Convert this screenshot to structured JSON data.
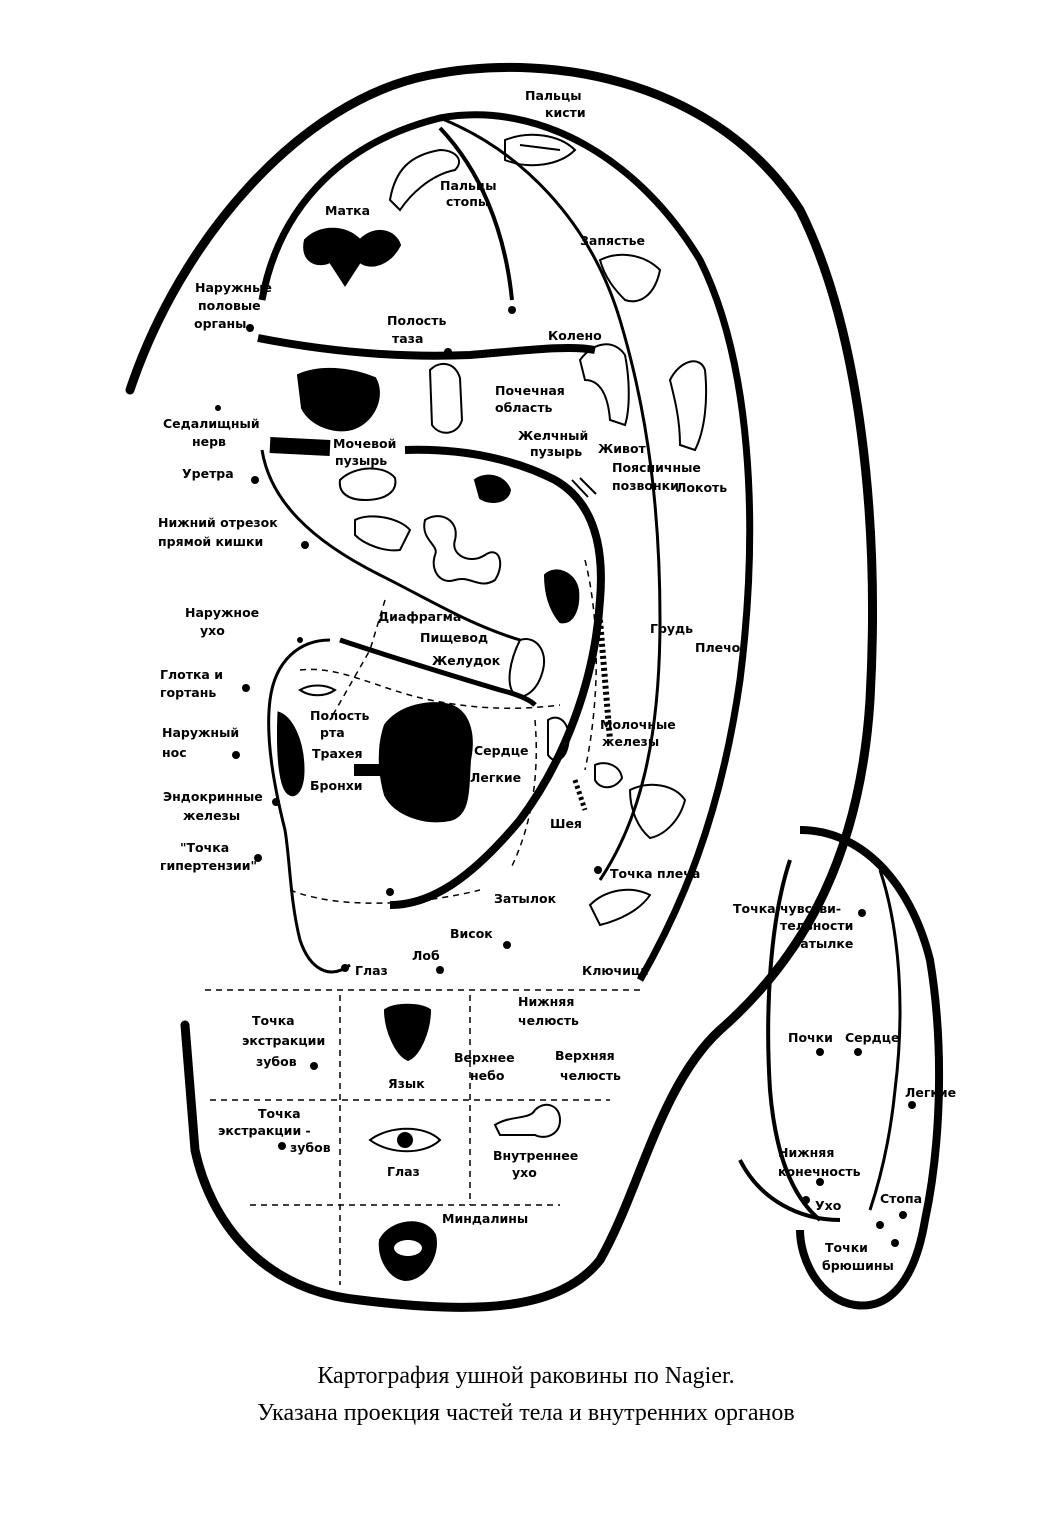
{
  "caption": {
    "line1": "Картография ушной раковины по Nagier.",
    "line2": "Указана проекция частей тела и внутренних органов"
  },
  "front_labels": {
    "paltsy_kisti": [
      "Пальцы",
      "кисти"
    ],
    "paltsy_stopy": [
      "Пальцы",
      "стопы"
    ],
    "matka": "Матка",
    "zapyastye": "Запястье",
    "naruzhnye_polovye": [
      "Наружные",
      "половые",
      "органы"
    ],
    "polost_taza": [
      "Полость",
      "таза"
    ],
    "koleno": "Колено",
    "pochechnaya": [
      "Почечная",
      "область"
    ],
    "sedalishchny": [
      "Седалищный",
      "нерв"
    ],
    "zhelchny": [
      "Желчный",
      "пузырь"
    ],
    "mochevoy": [
      "Мочевой",
      "пузырь"
    ],
    "zhivot": "Живот",
    "poyasnichnye": [
      "Поясничные",
      "позвонки"
    ],
    "lokot": "Локоть",
    "uretra": "Уретра",
    "nizhny_otrezok": [
      "Нижний отрезок",
      "прямой кишки"
    ],
    "naruzhnoe_ukho": [
      "Наружное",
      "ухо"
    ],
    "diafragma": "Диафрагма",
    "pishchevod": "Пищевод",
    "grud": "Грудь",
    "plecho": "Плечо",
    "zheludok": "Желудок",
    "glotka": [
      "Глотка и",
      "гортань"
    ],
    "polost_rta": [
      "Полость",
      "рта"
    ],
    "traheya": "Трахея",
    "naruzhny_nos": [
      "Наружный",
      "нос"
    ],
    "serdtse": "Сердце",
    "molochnye": [
      "Молочные",
      "железы"
    ],
    "legkie": "Легкие",
    "bronkhi": "Бронхи",
    "endokrinnye": [
      "Эндокринные",
      "железы"
    ],
    "sheya": "Шея",
    "tochka_gipertenzii": [
      "\"Точка",
      "гипертензии\""
    ],
    "tochka_plecha": "Точка плеча",
    "zatylok": "Затылок",
    "visok": "Висок",
    "lob": "Лоб",
    "glaz_front": "Глаз",
    "klyuchitsa": "Ключица"
  },
  "lobe_labels": {
    "nizhnyaya_chelyust": [
      "Нижняя",
      "челюсть"
    ],
    "tochka_ekstraktsii_1": [
      "Точка",
      "экстракции",
      "зубов"
    ],
    "verkhnee_nebo": [
      "Верхнее",
      "небо"
    ],
    "verkhnyaya_chelyust": [
      "Верхняя",
      "челюсть"
    ],
    "yazyk": "Язык",
    "tochka_ekstraktsii_2": [
      "Точка",
      "экстракции -",
      "зубов"
    ],
    "glaz": "Глаз",
    "vnutrennee_ukho": [
      "Внутреннее",
      "ухо"
    ],
    "mindaliny": "Миндалины"
  },
  "back_labels": {
    "tochka_chuvstvitelnosti": [
      "Точка чувстви-",
      "тельности",
      "затылке"
    ],
    "pochki": "Почки",
    "serdtse": "Сердце",
    "legkie": "Легкие",
    "nizhnyaya_konechnost": [
      "Нижняя",
      "конечность"
    ],
    "ukho": "Ухо",
    "stopa": "Стопа",
    "tochki_bryushiny": [
      "Точки",
      "брюшины"
    ]
  },
  "colors": {
    "ink": "#000000",
    "paper": "#ffffff"
  }
}
